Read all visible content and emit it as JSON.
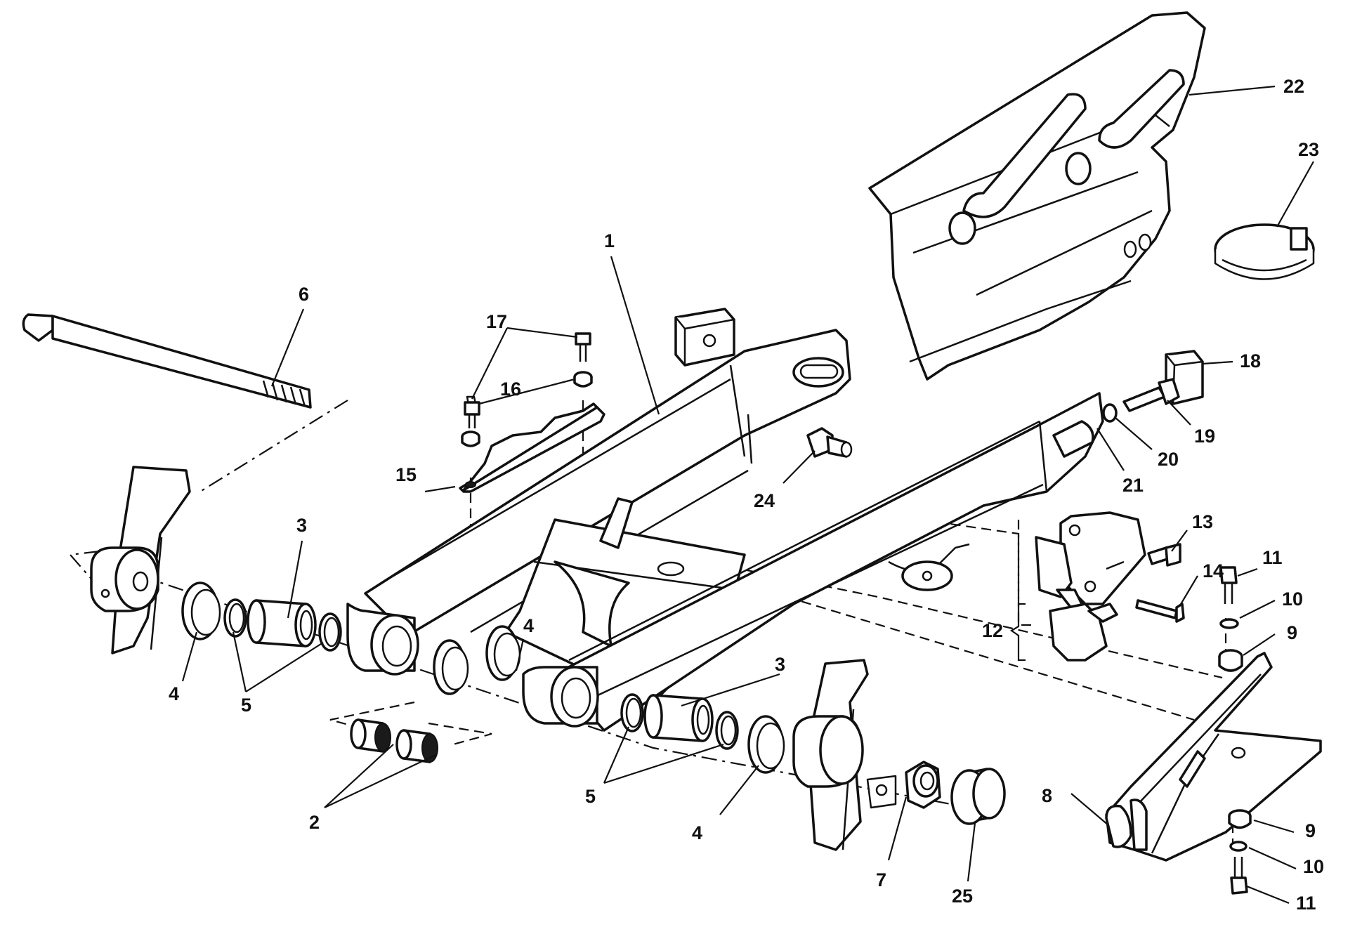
{
  "diagram": {
    "callouts": {
      "c1": "1",
      "c2": "2",
      "c3a": "3",
      "c3b": "3",
      "c4a": "4",
      "c4b": "4",
      "c4c": "4",
      "c5a": "5",
      "c5b": "5",
      "c6": "6",
      "c7": "7",
      "c8": "8",
      "c9a": "9",
      "c9b": "9",
      "c10a": "10",
      "c10b": "10",
      "c11a": "11",
      "c11b": "11",
      "c12": "12",
      "c13": "13",
      "c14": "14",
      "c15": "15",
      "c16": "16",
      "c17": "17",
      "c18": "18",
      "c19": "19",
      "c20": "20",
      "c21": "21",
      "c22": "22",
      "c23": "23",
      "c24": "24",
      "c25": "25"
    }
  }
}
